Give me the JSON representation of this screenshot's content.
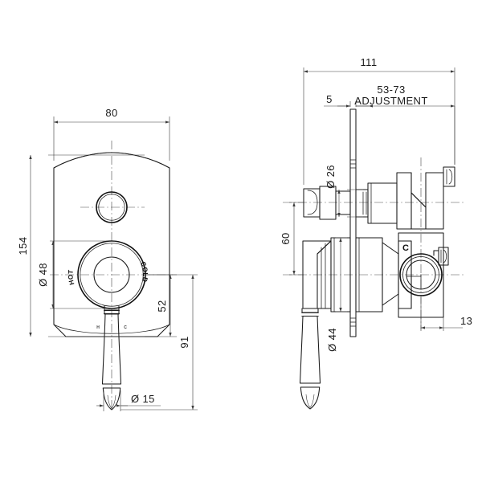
{
  "document": {
    "type": "engineering-drawing",
    "subject": "Wall mixer / diverter shower valve - front elevation and side section",
    "background_color": "#ffffff",
    "line_color": "#1a1a1a",
    "dimension_color": "#3b3b3b",
    "units": "mm"
  },
  "front_view": {
    "name": "front-elevation",
    "dimensions": {
      "width_overall": "80",
      "height_overall": "154",
      "dial_diameter": "Ø 48",
      "handle_tip_diameter": "Ø 15",
      "handle_to_plate_bottom": "52",
      "handle_total_drop": "91"
    },
    "dial_labels": {
      "hot": "HOT",
      "cold": "COLD"
    },
    "plate_small_marks": [
      "H",
      "C"
    ]
  },
  "side_view": {
    "name": "side-section",
    "dimensions": {
      "body_depth_overall": "111",
      "plate_thickness": "5",
      "adjustment_value": "53-73",
      "adjustment_label": "ADJUSTMENT",
      "spindle_diameter": "Ø 26",
      "handle_hub_diameter": "Ø 44",
      "centres_spacing": "60",
      "outlet_projection": "13"
    },
    "markers": {
      "cold_port": "C"
    }
  },
  "dimension_list": [
    {
      "id": "w80",
      "value": "80",
      "view": "front"
    },
    {
      "id": "h154",
      "value": "154",
      "view": "front"
    },
    {
      "id": "d48",
      "value": "Ø 48",
      "view": "front"
    },
    {
      "id": "d15",
      "value": "Ø 15",
      "view": "front"
    },
    {
      "id": "v52",
      "value": "52",
      "view": "front"
    },
    {
      "id": "v91",
      "value": "91",
      "view": "front"
    },
    {
      "id": "d111",
      "value": "111",
      "view": "side"
    },
    {
      "id": "p5",
      "value": "5",
      "view": "side"
    },
    {
      "id": "adj",
      "value": "53-73",
      "view": "side"
    },
    {
      "id": "adjl",
      "value": "ADJUSTMENT",
      "view": "side"
    },
    {
      "id": "d26",
      "value": "Ø 26",
      "view": "side"
    },
    {
      "id": "d44",
      "value": "Ø 44",
      "view": "side"
    },
    {
      "id": "v60",
      "value": "60",
      "view": "side"
    },
    {
      "id": "h13",
      "value": "13",
      "view": "side"
    },
    {
      "id": "mc",
      "value": "C",
      "view": "side"
    }
  ]
}
